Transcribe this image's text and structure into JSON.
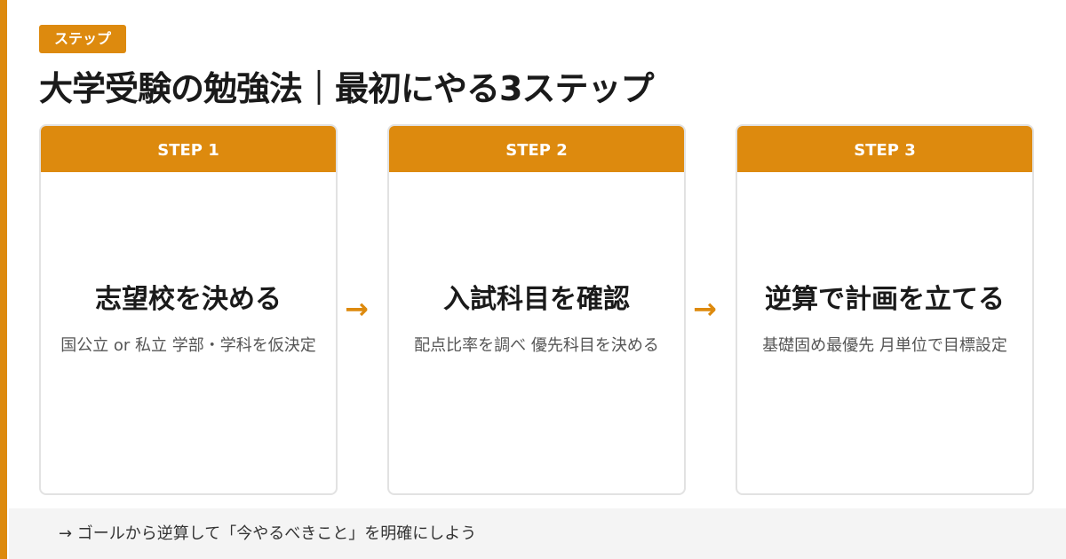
{
  "tag": "ステップ",
  "title": "大学受験の勉強法｜最初にやる3ステップ",
  "steps": [
    {
      "label": "STEP 1",
      "title": "志望校を決める",
      "desc": "国公立 or 私立 学部・学科を仮決定"
    },
    {
      "label": "STEP 2",
      "title": "入試科目を確認",
      "desc": "配点比率を調べ 優先科目を決める"
    },
    {
      "label": "STEP 3",
      "title": "逆算で計画を立てる",
      "desc": "基礎固め最優先 月単位で目標設定"
    }
  ],
  "arrow": "→",
  "footer": "→ ゴールから逆算して「今やるべきこと」を明確にしよう",
  "colors": {
    "accent": "#DD8A0E",
    "footer_bg": "#f4f4f4"
  }
}
